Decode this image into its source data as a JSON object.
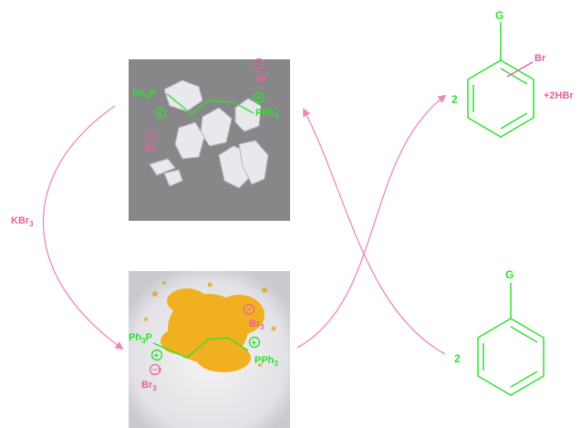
{
  "colors": {
    "green": "#2fe02f",
    "pink": "#e8609a",
    "arrow": "#ee88bb",
    "photo_gray": "#87878a",
    "crystal": "#eeeef2",
    "powder": "#f0b020"
  },
  "reagent_left": {
    "main": "KBr",
    "sub": "3"
  },
  "top_photo": {
    "ph3p": {
      "main": "Ph",
      "sub": "3",
      "tail": "P"
    },
    "pph3": {
      "main": "PPh",
      "sub": "3"
    },
    "anion_right": "Br",
    "anion_left": "Br",
    "plus": "+",
    "minus": "−"
  },
  "bottom_photo": {
    "ph3p": {
      "main": "Ph",
      "sub": "3",
      "tail": "P"
    },
    "pph3": {
      "main": "PPh",
      "sub": "3"
    },
    "anion_left": {
      "main": "Br",
      "sub": "3"
    },
    "anion_right": {
      "main": "Br",
      "sub": "3"
    },
    "plus": "+",
    "minus": "−"
  },
  "product": {
    "coefficient": "2",
    "substituent": "G",
    "bromine": "Br",
    "byproduct": "+2HBr"
  },
  "reactant": {
    "coefficient": "2",
    "substituent": "G"
  }
}
